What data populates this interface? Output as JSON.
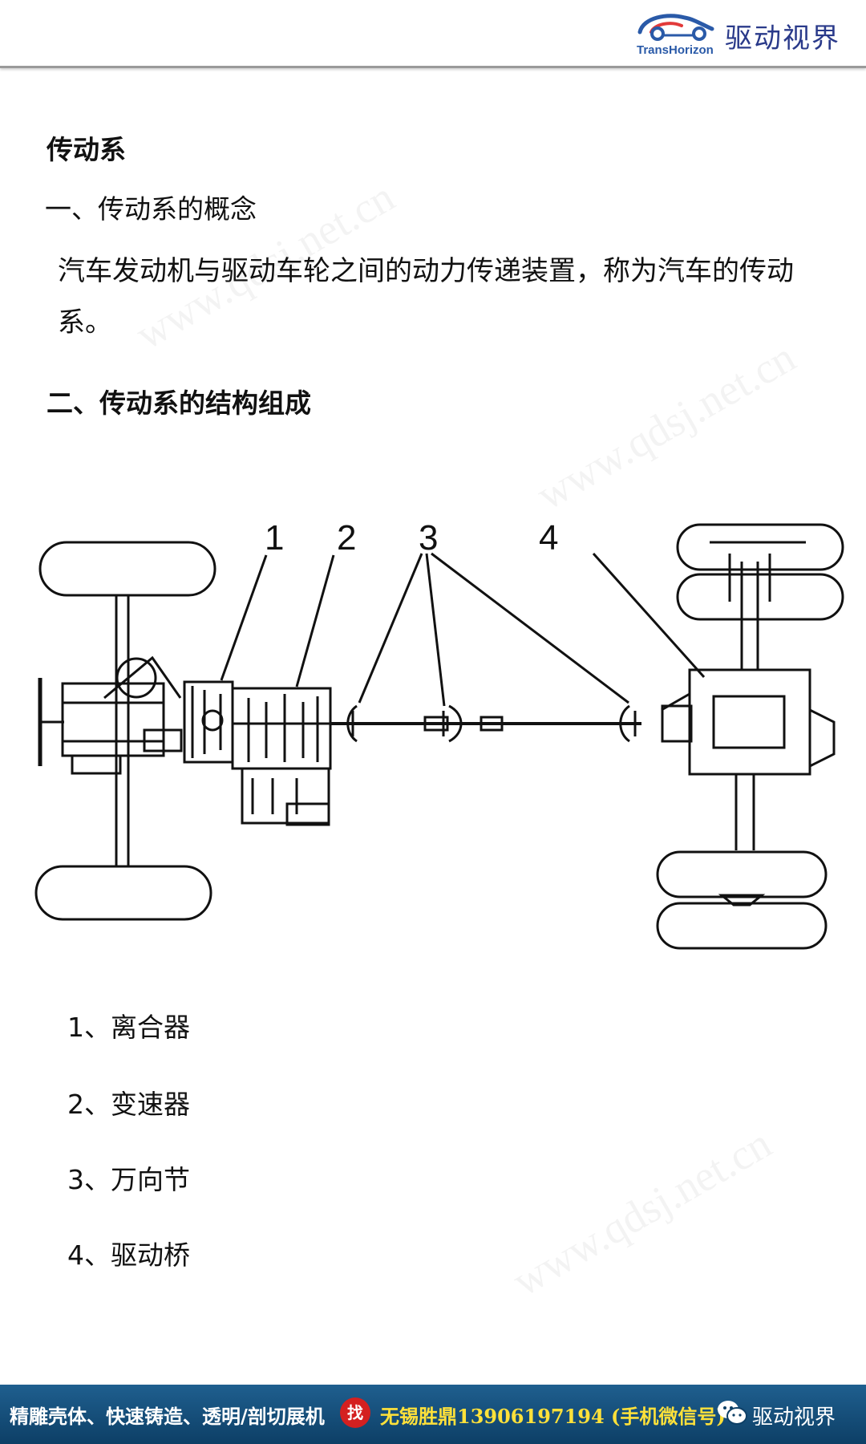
{
  "header": {
    "brand_cn": "驱动视界",
    "brand_en": "TransHorizon"
  },
  "watermark": {
    "text": "www.qdsj.net.cn"
  },
  "content": {
    "title": "传动系",
    "section1_heading": "一、传动系的概念",
    "section1_text": "汽车发动机与驱动车轮之间的动力传递装置，称为汽车的传动系。",
    "section2_heading": "二、传动系的结构组成",
    "diagram_labels": [
      "1",
      "2",
      "3",
      "4"
    ],
    "components": [
      "1、离合器",
      "2、变速器",
      "3、万向节",
      "4、驱动桥"
    ]
  },
  "footer": {
    "ad_text": "精雕壳体、快速铸造、透明/剖切展机",
    "badge": "找",
    "contact": "无锡胜鼎13906197194 (手机微信号)",
    "brand": "驱动视界"
  }
}
